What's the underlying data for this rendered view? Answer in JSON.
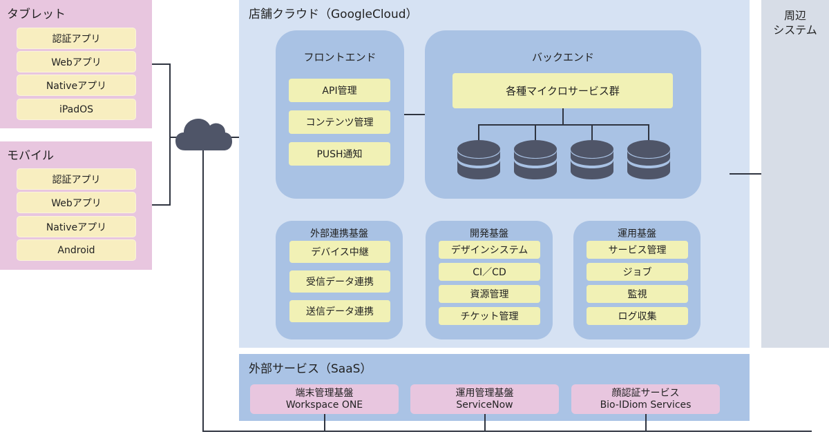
{
  "tablet": {
    "title": "タブレット",
    "items": [
      "認証アプリ",
      "Webアプリ",
      "Nativeアプリ",
      "iPadOS"
    ]
  },
  "mobile": {
    "title": "モバイル",
    "items": [
      "認証アプリ",
      "Webアプリ",
      "Nativeアプリ",
      "Android"
    ]
  },
  "internet_icon": "cloud-icon",
  "store_cloud": {
    "title": "店舗クラウド（GoogleCloud）",
    "frontend": {
      "title": "フロントエンド",
      "items": [
        "API管理",
        "コンテンツ管理",
        "PUSH通知"
      ]
    },
    "backend": {
      "title": "バックエンド",
      "services": "各種マイクロサービス群",
      "database_icon": "database-icon",
      "database_count": 4
    },
    "integration": {
      "title": "外部連携基盤",
      "items": [
        "デバイス中継",
        "受信データ連携",
        "送信データ連携"
      ]
    },
    "development": {
      "title": "開発基盤",
      "items": [
        "デザインシステム",
        "CI／CD",
        "資源管理",
        "チケット管理"
      ]
    },
    "operations": {
      "title": "運用基盤",
      "items": [
        "サービス管理",
        "ジョブ",
        "監視",
        "ログ収集"
      ]
    }
  },
  "peripheral": {
    "title_line1": "周辺",
    "title_line2": "システム"
  },
  "saas": {
    "title": "外部サービス（SaaS）",
    "items": [
      {
        "line1": "端末管理基盤",
        "line2": "Workspace ONE"
      },
      {
        "line1": "運用管理基盤",
        "line2": "ServiceNow"
      },
      {
        "line1": "顔認証サービス",
        "line2": "Bio-IDiom Services"
      }
    ]
  },
  "colors": {
    "device_bg": "#e8c6df",
    "pill_yellow": "#f8eec0",
    "cloud_bg": "#d6e2f3",
    "group_bg": "#a9c2e4",
    "peripheral_bg": "#d7dde7",
    "connector": "#2f3440",
    "db_fill": "#4f5568"
  }
}
